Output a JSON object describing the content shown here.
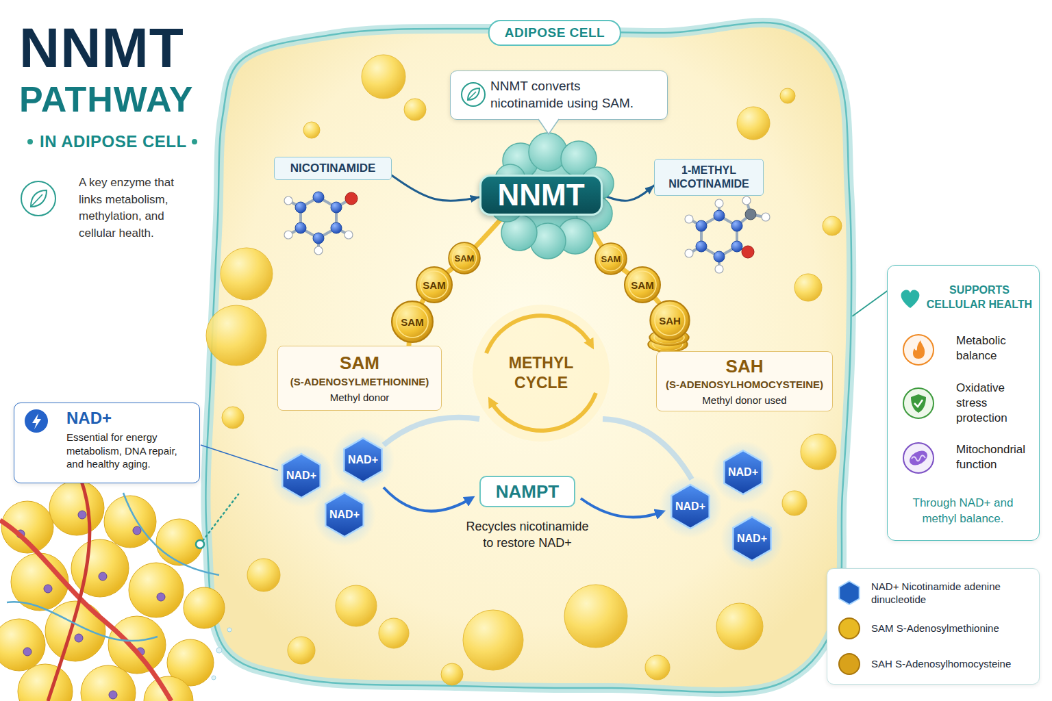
{
  "diagram": {
    "title": "NNMT PATHWAY",
    "nodes": [
      {
        "text": [
          "ADIPOSE CELL"
        ]
      },
      {
        "text": [
          "NNMT converts nicotinamide using SAM."
        ],
        "in": 0
      },
      {
        "text": [
          "NICOTINAMIDE"
        ],
        "in": 0
      },
      {
        "text": [
          "NNMT"
        ],
        "in": 0
      },
      {
        "text": [
          "1-METHYL NICOTINAMIDE"
        ],
        "in": 0
      },
      {
        "text": [
          "SAM",
          "(S-ADENOSYLMETHIONINE)",
          "Methyl donor"
        ],
        "in": 0
      },
      {
        "text": [
          "SAH",
          "(S-ADENOSYLHOMOCYSTEINE)",
          "Methyl donor used"
        ],
        "in": 0
      },
      {
        "text": [
          "NAMPT"
        ],
        "in": 0
      },
      {
        "text": [
          "NAD+",
          "Essential for energy metabolism, DNA repair, and healthy aging."
        ]
      },
      {
        "text": [
          "SUPPORTS CELLULAR HEALTH",
          "Metabolic balance",
          "Oxidative stress protection",
          "Mitochondrial function",
          "Through NAD+ and methyl balance."
        ]
      }
    ],
    "edges": [
      {
        "from": 2,
        "to": 3,
        "arrow": "to"
      },
      {
        "from": 3,
        "to": 4,
        "arrow": "to"
      },
      {
        "from": 5,
        "to": 3,
        "arrow": "none"
      },
      {
        "from": 3,
        "to": 6,
        "arrow": "none"
      },
      {
        "from": 9,
        "to": 0,
        "arrow": "none"
      }
    ],
    "labels": [
      "IN ADIPOSE CELL",
      "A key enzyme that links metabolism, methylation, and cellular health.",
      "SAM",
      "SAM",
      "SAM",
      "SAM",
      "SAM",
      "SAH",
      "METHYL CYCLE",
      "NAD+",
      "NAD+",
      "NAD+",
      "NAD+",
      "NAD+",
      "NAD+",
      "Recycles nicotinamide to restore NAD+"
    ],
    "legend": [
      {
        "text": "NAD+ Nicotinamide adenine dinucleotide",
        "color": "#1f5fbf"
      },
      {
        "text": "SAM S-Adenosylmethionine",
        "color": "#e8b923"
      },
      {
        "text": "SAH S-Adenosylhomocysteine",
        "color": "#d9a21b"
      }
    ]
  }
}
